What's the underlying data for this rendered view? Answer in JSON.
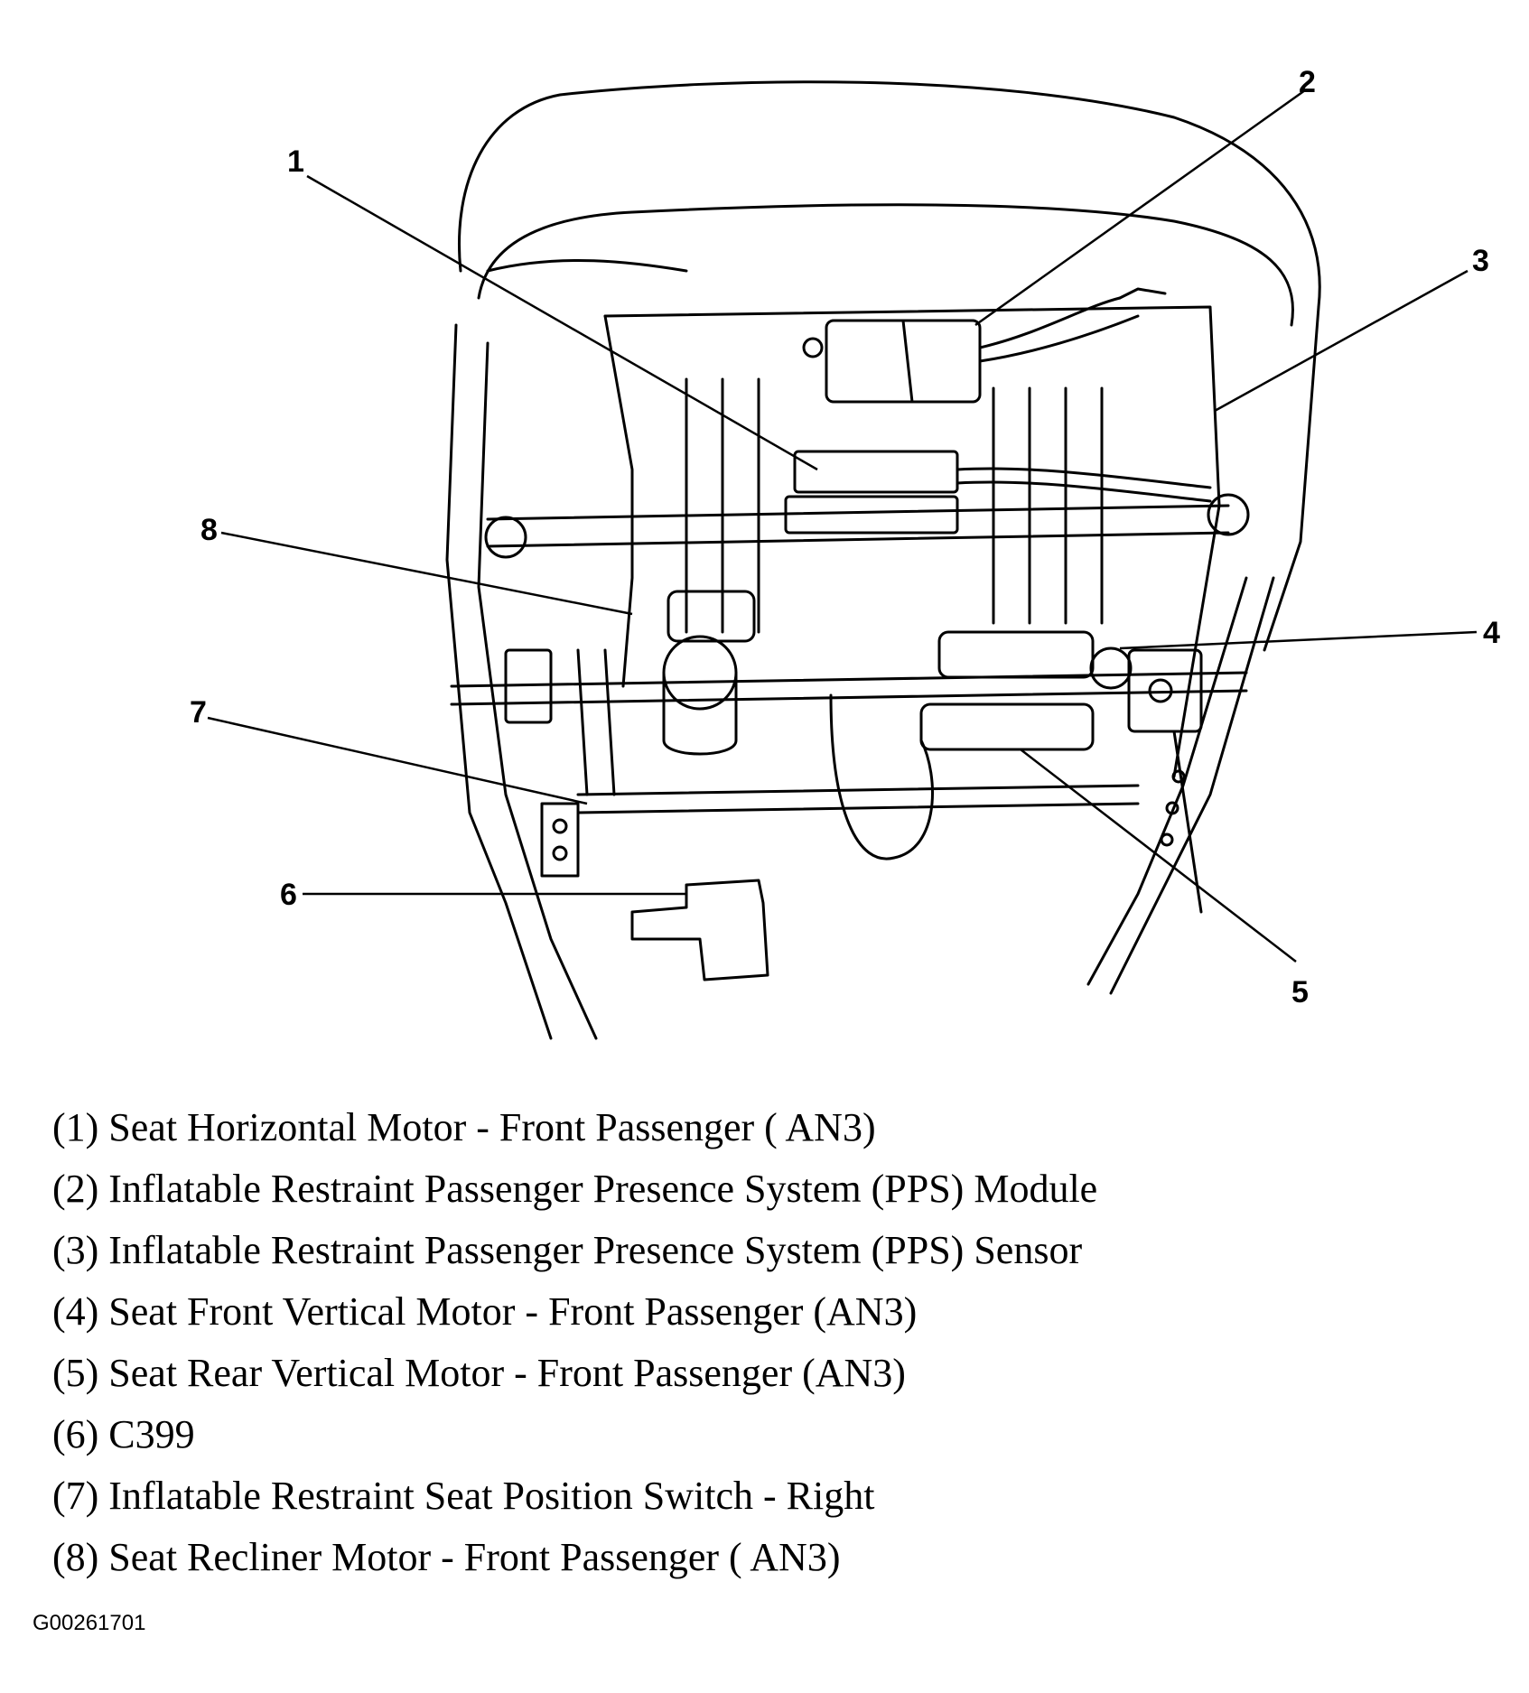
{
  "callouts": [
    "1",
    "2",
    "3",
    "4",
    "5",
    "6",
    "7",
    "8"
  ],
  "legend": [
    "(1) Seat Horizontal Motor - Front Passenger ( AN3)",
    "(2) Inflatable Restraint Passenger Presence System (PPS) Module",
    "(3) Inflatable Restraint Passenger Presence System (PPS) Sensor",
    "(4) Seat Front Vertical Motor - Front Passenger (AN3)",
    "(5) Seat Rear Vertical Motor - Front Passenger (AN3)",
    "(6) C399",
    "(7) Inflatable Restraint Seat Position Switch - Right",
    "(8) Seat Recliner Motor - Front Passenger ( AN3)"
  ],
  "figure_id": "G00261701"
}
